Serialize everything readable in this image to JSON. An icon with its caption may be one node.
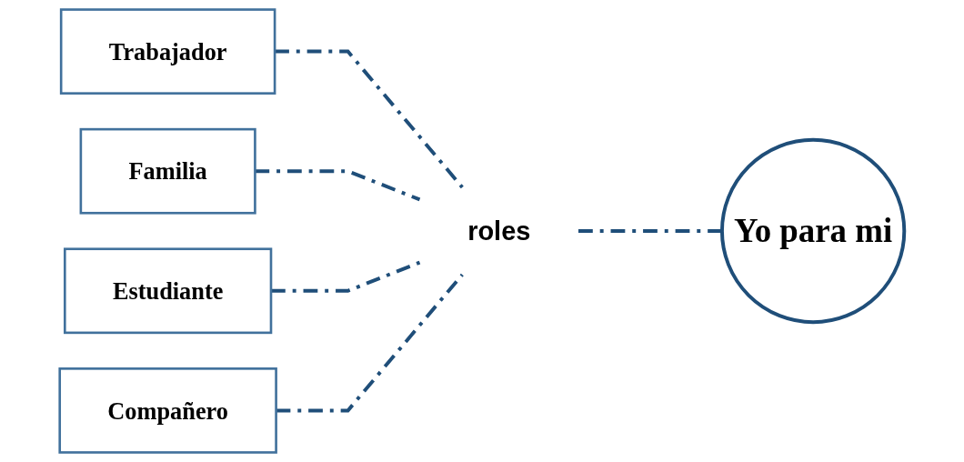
{
  "diagram": {
    "nodes": [
      {
        "text": [
          "Trabajador"
        ]
      },
      {
        "text": [
          "Familia"
        ]
      },
      {
        "text": [
          "Estudiante"
        ]
      },
      {
        "text": [
          "Compañero"
        ]
      },
      {
        "text": [
          "roles"
        ]
      },
      {
        "text": [
          "Yo para mi"
        ]
      }
    ],
    "edges": [
      {
        "from": 0,
        "to": 4,
        "arrow": "none",
        "style": "dashed"
      },
      {
        "from": 1,
        "to": 4,
        "arrow": "none",
        "style": "dashed"
      },
      {
        "from": 2,
        "to": 4,
        "arrow": "none",
        "style": "dashed"
      },
      {
        "from": 3,
        "to": 4,
        "arrow": "none",
        "style": "dashed"
      },
      {
        "from": 4,
        "to": 5,
        "arrow": "none",
        "style": "dashed"
      }
    ]
  }
}
